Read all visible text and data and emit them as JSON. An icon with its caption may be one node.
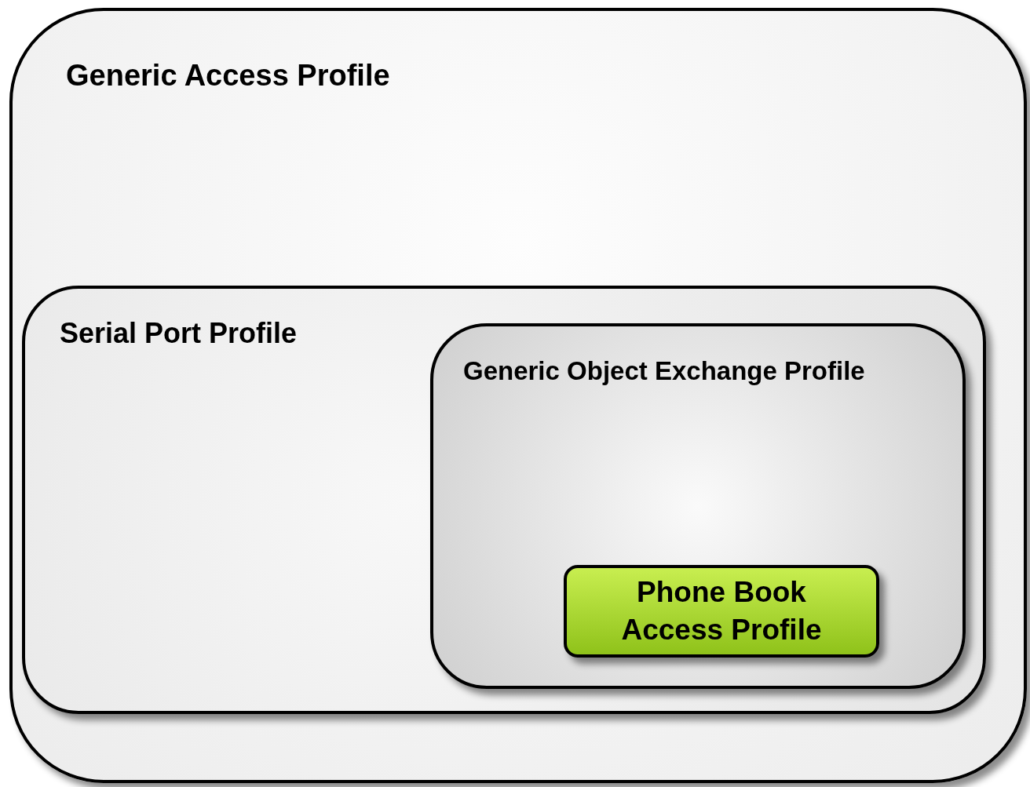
{
  "diagram": {
    "nodes": [
      {
        "text": [
          "Generic Access Profile"
        ]
      },
      {
        "text": [
          "Serial Port Profile"
        ],
        "in": 0
      },
      {
        "text": [
          "Generic Object Exchange Profile"
        ],
        "in": 1
      },
      {
        "text": [
          "Phone Book Access Profile"
        ],
        "in": 2
      }
    ]
  }
}
